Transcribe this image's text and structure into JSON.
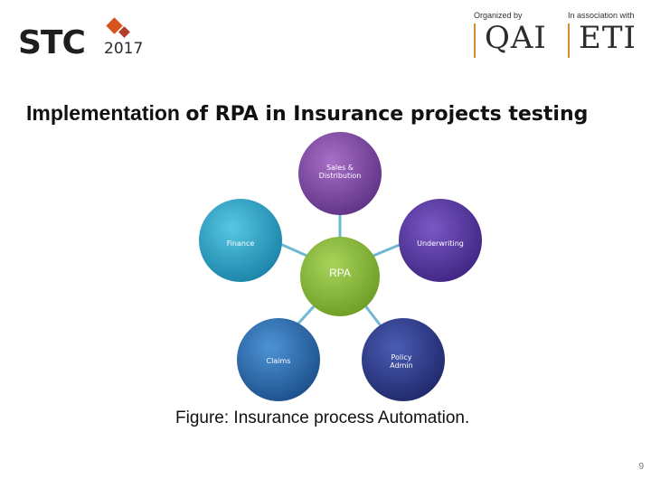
{
  "header": {
    "logo_main": "STC",
    "logo_year": "2017",
    "organized_by_label": "Organized by",
    "organizer": "QAI",
    "association_label": "In association with",
    "associate": "ETI"
  },
  "slide": {
    "title_emphasis": "Implementation",
    "title_rest": "of RPA in Insurance projects testing",
    "caption": "Figure: Insurance process Automation.",
    "page_number": "9"
  },
  "diagram": {
    "hub": {
      "label": "RPA",
      "color": "#8cbf3f"
    },
    "nodes": [
      {
        "id": "sales",
        "lines": [
          "Sales &",
          "Distribution"
        ],
        "color": "#7b4fa0"
      },
      {
        "id": "underwriting",
        "lines": [
          "Underwriting"
        ],
        "color": "#5a3aa3"
      },
      {
        "id": "policy",
        "lines": [
          "Policy",
          "Admin"
        ],
        "color": "#2e3c8c"
      },
      {
        "id": "claims",
        "lines": [
          "Claims"
        ],
        "color": "#2d6fb0"
      },
      {
        "id": "finance",
        "lines": [
          "Finance"
        ],
        "color": "#2fa6c8"
      }
    ],
    "connector_color": "#6fb8d4"
  }
}
